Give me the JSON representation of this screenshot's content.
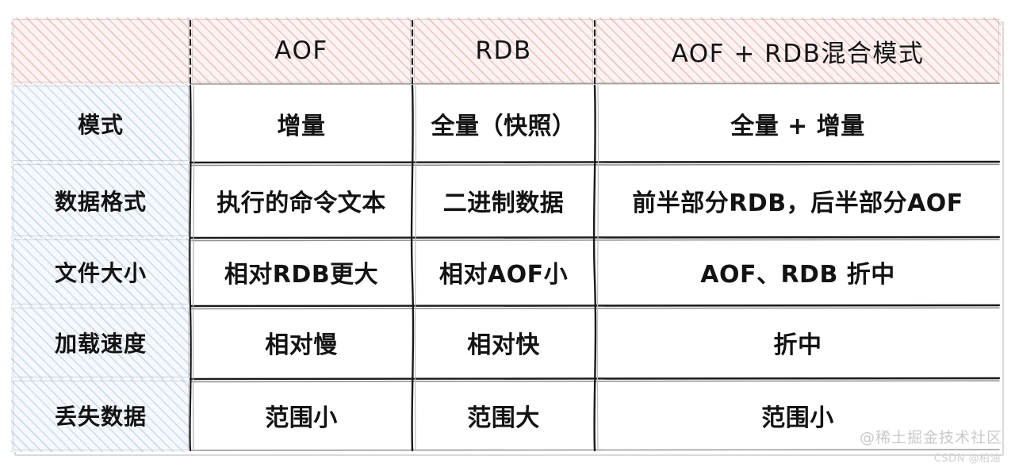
{
  "figure": {
    "kind": "hand-drawn-comparison-table",
    "columns": [
      "",
      "AOF",
      "RDB",
      "AOF + RDB混合模式"
    ],
    "header_fill": "#fdf2f2",
    "header_hatch_color": "#e0a0a0",
    "label_fill": "#f5f8fc",
    "label_hatch_color": "#96afcd",
    "cell_fill": "#ffffff",
    "stroke_color": "#1d1d1d",
    "rows": [
      {
        "label": "模式",
        "aof": "增量",
        "rdb": "全量（快照）",
        "hybrid": "全量 + 增量"
      },
      {
        "label": "数据格式",
        "aof": "执行的命令文本",
        "rdb": "二进制数据",
        "hybrid": "前半部分RDB，后半部分AOF"
      },
      {
        "label": "文件大小",
        "aof": "相对RDB更大",
        "rdb": "相对AOF小",
        "hybrid": "AOF、RDB 折中"
      },
      {
        "label": "加载速度",
        "aof": "相对慢",
        "rdb": "相对快",
        "hybrid": "折中"
      },
      {
        "label": "丢失数据",
        "aof": "范围小",
        "rdb": "范围大",
        "hybrid": "范围小"
      }
    ]
  },
  "watermark": {
    "primary": "@稀土掘金技术社区",
    "secondary": "CSDN @柏油"
  }
}
